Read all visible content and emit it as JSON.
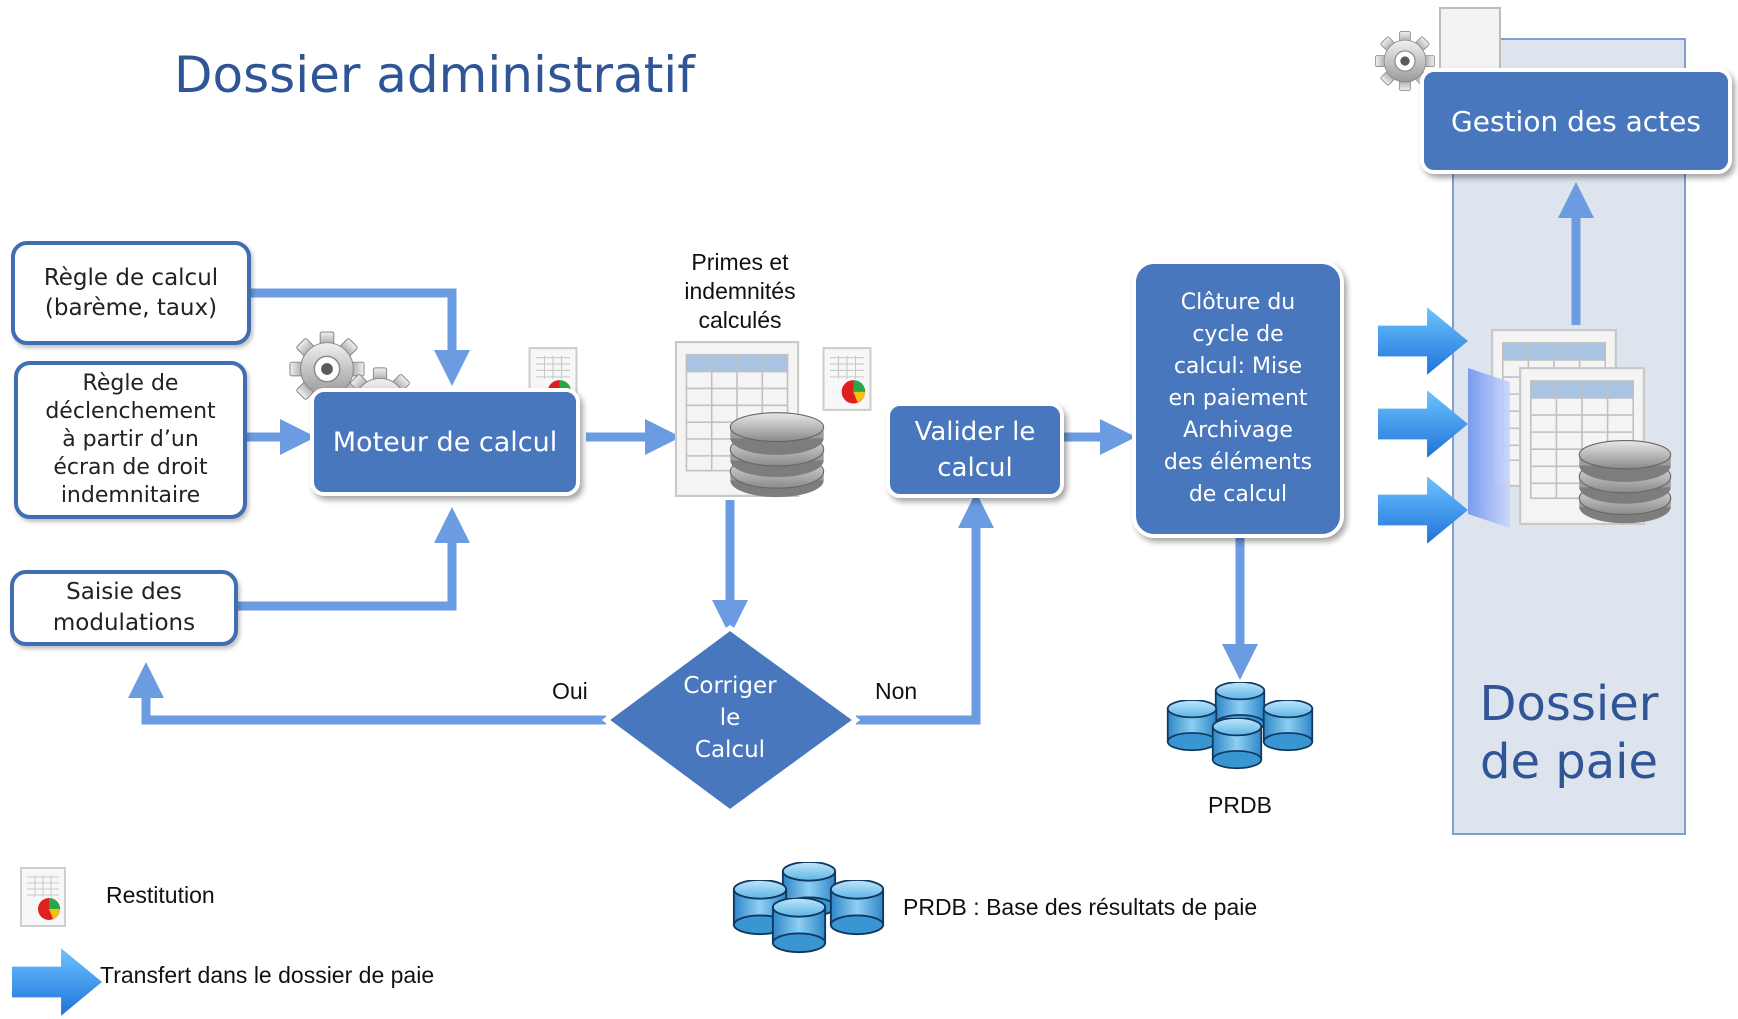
{
  "title": "Dossier administratif",
  "nodes": {
    "regle_calcul": "Règle de calcul\n(barème, taux)",
    "regle_declenchement": "Règle de\ndéclenchement\nà partir d’un\nécran  de droit\nindemnitaire",
    "saisie_modulations": "Saisie des\nmodulations",
    "moteur_calcul": "Moteur de calcul",
    "primes_indemnites": "Primes et\nindemnités\ncalculés",
    "valider_calcul": "Valider le\ncalcul",
    "cloture": "Clôture du\ncycle de\ncalcul: Mise\nen paiement\nArchivage\ndes éléments\nde calcul",
    "corriger_calcul": "Corriger\nle\nCalcul",
    "oui": "Oui",
    "non": "Non",
    "prdb": "PRDB",
    "gestion_actes": "Gestion des actes",
    "dossier_paie": "Dossier\nde paie"
  },
  "legend": {
    "restitution": "Restitution",
    "prdb_def": "PRDB : Base des résultats de paie",
    "transfert": "Transfert dans le dossier de paie"
  },
  "colors": {
    "primary_blue": "#4877bd",
    "border_blue": "#3f6fb2",
    "arrow_blue": "#6b9be0",
    "title_blue": "#2f5597",
    "panel_bg": "#dde4ee",
    "db_cyan": "#5fb4e6"
  },
  "icons": [
    "gear-icon",
    "report-icon",
    "spreadsheet-icon",
    "database-icon",
    "database-cluster-icon",
    "folder-icon",
    "transfer-arrow-icon"
  ]
}
